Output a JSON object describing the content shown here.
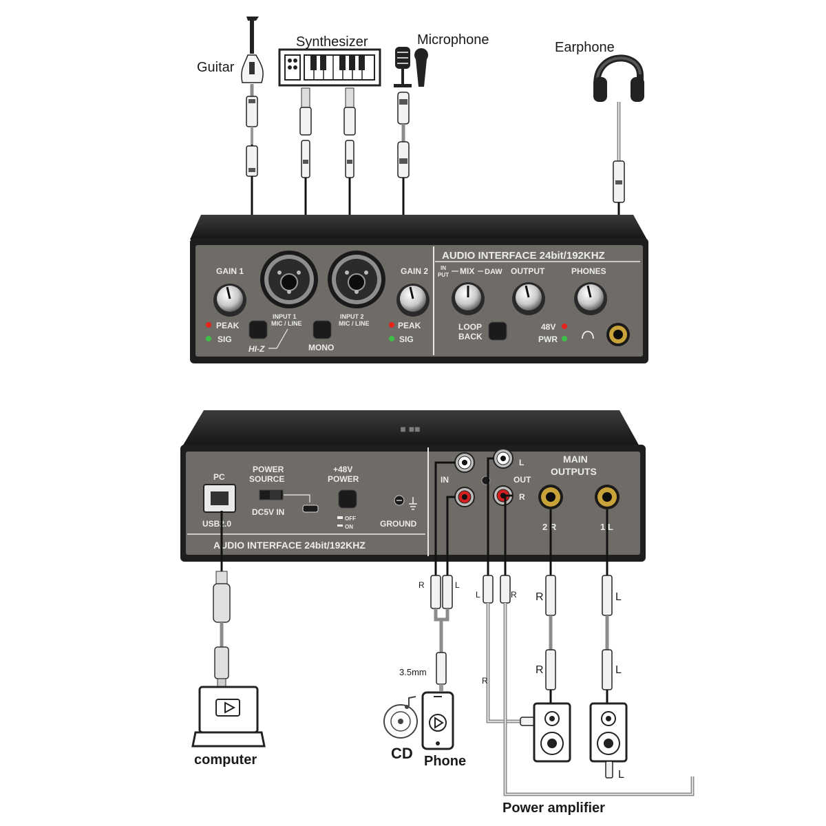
{
  "devices": {
    "guitar": "Guitar",
    "synthesizer": "Synthesizer",
    "microphone": "Microphone",
    "earphone": "Earphone",
    "computer": "computer",
    "cd": "CD",
    "phone": "Phone",
    "power_amplifier": "Power amplifier"
  },
  "front_panel": {
    "title": "AUDIO INTERFACE  24bit/192KHZ",
    "gain1": "GAIN 1",
    "gain2": "GAIN 2",
    "input1_a": "INPUT 1",
    "input1_b": "MIC / LINE",
    "input2_a": "INPUT 2",
    "input2_b": "MIC / LINE",
    "peak": "PEAK",
    "sig": "SIG",
    "hiz": "HI-Z",
    "mono": "MONO",
    "in_put_a": "IN",
    "in_put_b": "PUT",
    "mix": "MIX",
    "daw": "DAW",
    "output": "OUTPUT",
    "phones": "PHONES",
    "loop": "LOOP",
    "back": "BACK",
    "v48": "48V",
    "pwr": "PWR"
  },
  "rear_panel": {
    "title": "AUDIO INTERFACE  24bit/192KHZ",
    "pc": "PC",
    "usb": "USB2.0",
    "power_source_a": "POWER",
    "power_source_b": "SOURCE",
    "dc5v": "DC5V IN",
    "p48_a": "+48V",
    "p48_b": "POWER",
    "off": "OFF",
    "on": "ON",
    "ground": "GROUND",
    "in": "IN",
    "out": "OUT",
    "l": "L",
    "r": "R",
    "main_outputs_a": "MAIN",
    "main_outputs_b": "OUTPUTS",
    "out2r": "2 R",
    "out1l": "1 L"
  },
  "cable_labels": {
    "r": "R",
    "l": "L",
    "mm35": "3.5mm"
  },
  "colors": {
    "panel": "#6e6b66",
    "chassis": "#222222",
    "led_red": "#e3241b",
    "led_green": "#3fbf4a"
  }
}
